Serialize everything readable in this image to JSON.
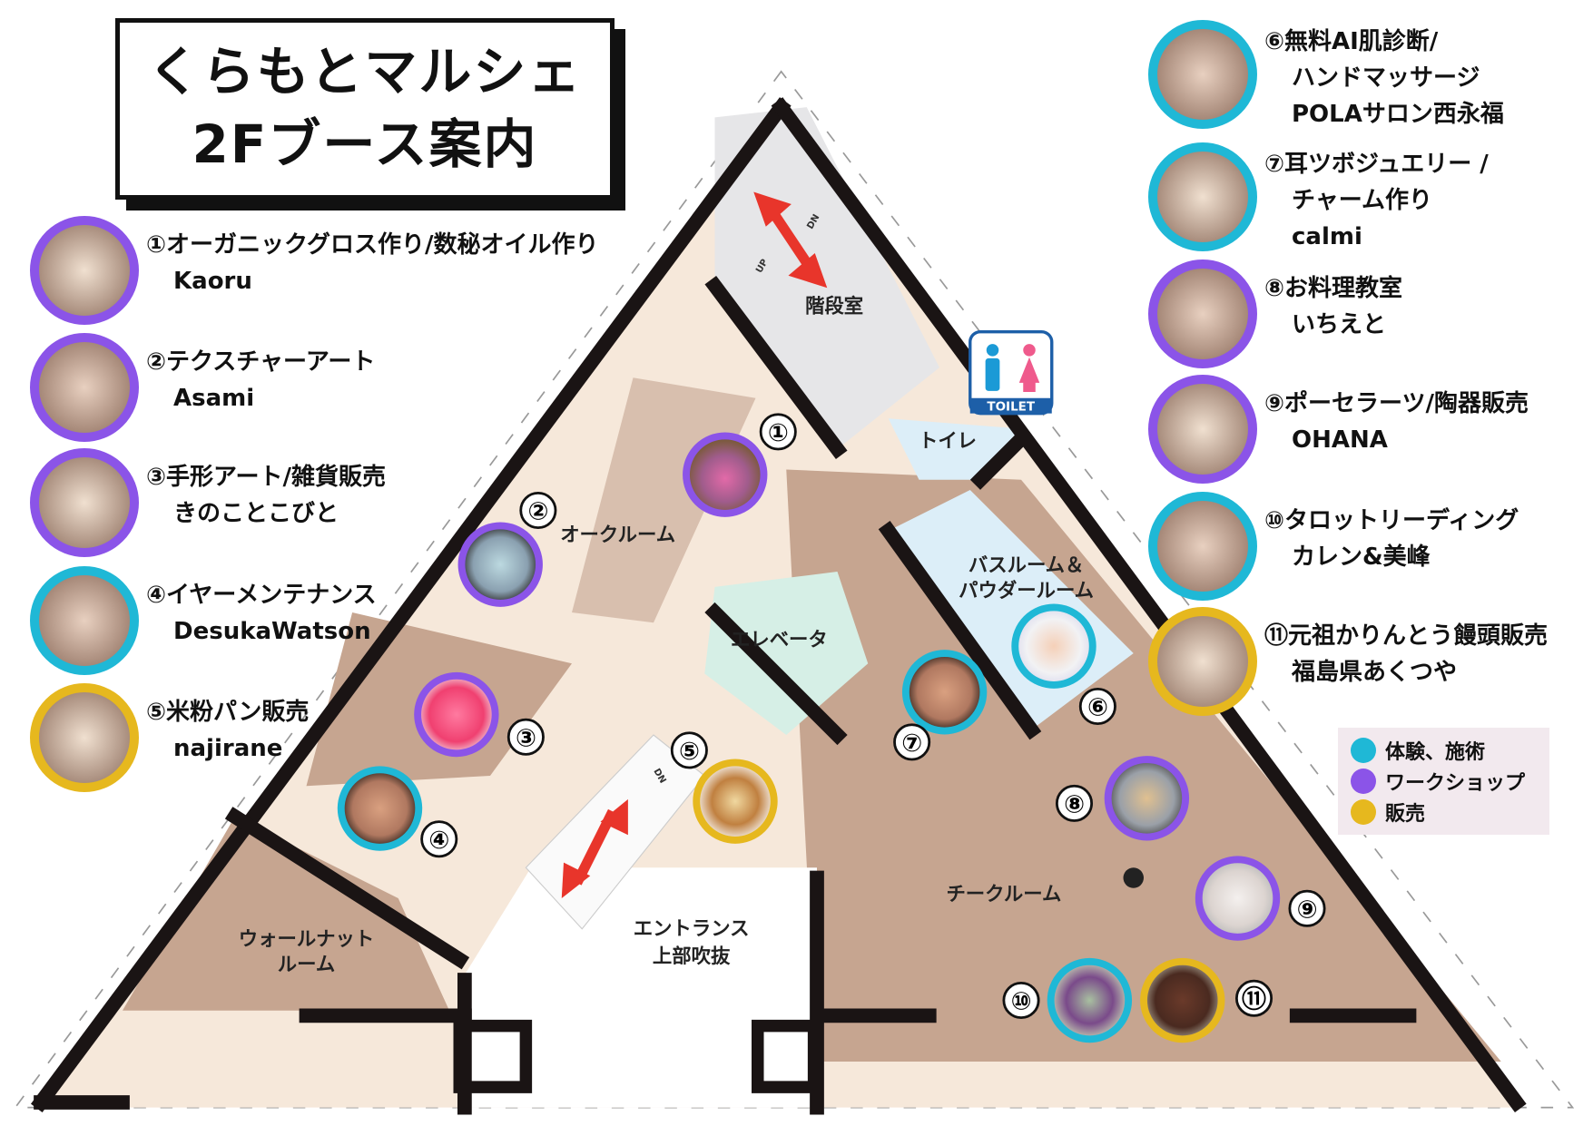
{
  "title": {
    "line1": "くらもとマルシェ",
    "line2": "2Fブース案内"
  },
  "colors": {
    "experience": "#1fb8d6",
    "workshop": "#8b54e8",
    "sales": "#e6b81e"
  },
  "booths": [
    {
      "num": "①",
      "name": "オーガニックグロス作り/数秘オイル作り",
      "vendor": "Kaoru",
      "category": "workshop"
    },
    {
      "num": "②",
      "name": "テクスチャーアート",
      "vendor": "Asami",
      "category": "workshop"
    },
    {
      "num": "③",
      "name": "手形アート/雑貨販売",
      "vendor": "きのことこびと",
      "category": "workshop"
    },
    {
      "num": "④",
      "name": "イヤーメンテナンス",
      "vendor": "DesukaWatson",
      "category": "experience"
    },
    {
      "num": "⑤",
      "name": "米粉パン販売",
      "vendor": "najirane",
      "category": "sales"
    },
    {
      "num": "⑥",
      "name": "無料AI肌診断/",
      "name2": "ハンドマッサージ",
      "vendor": "POLAサロン西永福",
      "category": "experience"
    },
    {
      "num": "⑦",
      "name": "耳ツボジュエリー /",
      "name2": "チャーム作り",
      "vendor": "calmi",
      "category": "experience"
    },
    {
      "num": "⑧",
      "name": "お料理教室",
      "vendor": "いちえと",
      "category": "workshop"
    },
    {
      "num": "⑨",
      "name": "ポーセラーツ/陶器販売",
      "vendor": "OHANA",
      "category": "workshop"
    },
    {
      "num": "⑩",
      "name": "タロットリーディング",
      "vendor": "カレン&美峰",
      "category": "experience"
    },
    {
      "num": "⑪",
      "name": "元祖かりんとう饅頭販売",
      "vendor": "福島県あくつや",
      "category": "sales"
    }
  ],
  "legend": [
    {
      "label": "体験、施術",
      "color": "#1fb8d6"
    },
    {
      "label": "ワークショップ",
      "color": "#8b54e8"
    },
    {
      "label": "販売",
      "color": "#e6b81e"
    }
  ],
  "rooms": {
    "stairs": "階段室",
    "toilet": "トイレ",
    "toilet_sign": "TOILET",
    "oak": "オークルーム",
    "bath1": "バスルーム＆",
    "bath2": "パウダールーム",
    "elevator": "エレベータ",
    "teak": "チークルーム",
    "walnut1": "ウォールナット",
    "walnut2": "ルーム",
    "entrance1": "エントランス",
    "entrance2": "上部吹抜",
    "up": "UP",
    "dn": "DN"
  }
}
